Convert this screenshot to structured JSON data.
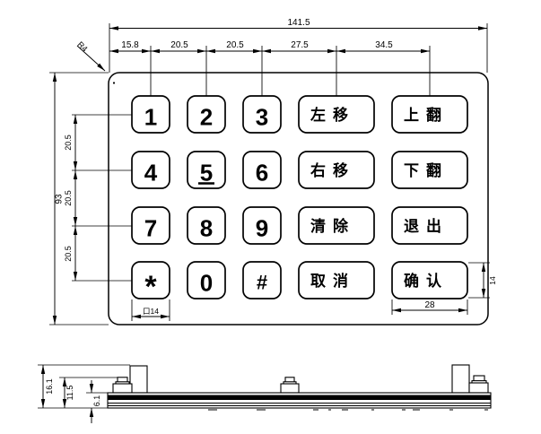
{
  "drawing": {
    "front_view": {
      "corner_radius_label": "R4",
      "overall_width": "141.5",
      "top_spacings": [
        "15.8",
        "20.5",
        "20.5",
        "27.5",
        "34.5"
      ],
      "overall_height": "93",
      "row_spacings": [
        "20.5",
        "20.5",
        "20.5"
      ],
      "key_square_size": "口14",
      "function_key_width": "28",
      "function_key_height": "14"
    },
    "side_view": {
      "total_height": "16.1",
      "stud_height": "11.5",
      "panel_thickness": "6.1"
    },
    "keys": {
      "rows": [
        [
          "1",
          "2",
          "3",
          "左移",
          "上翻"
        ],
        [
          "4",
          "5",
          "6",
          "右移",
          "下翻"
        ],
        [
          "7",
          "8",
          "9",
          "清除",
          "退出"
        ],
        [
          "*",
          "0",
          "#",
          "取消",
          "确认"
        ]
      ]
    }
  }
}
